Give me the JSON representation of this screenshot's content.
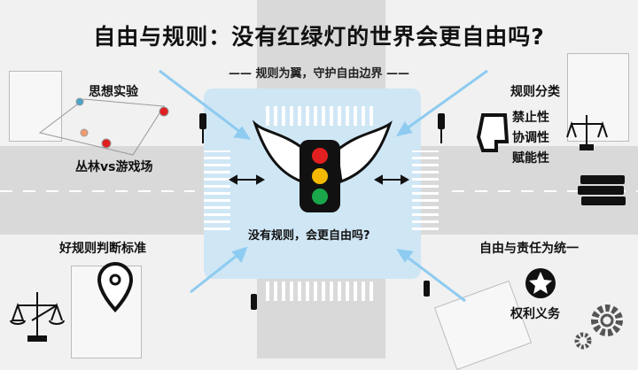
{
  "title": "自由与规则：没有红绿灯的世界会更自由吗?",
  "subtitle": "—— 规则为翼，守护自由边界 ——",
  "center_question": "没有规则，会更自由吗?",
  "labels": {
    "thought_experiment": "思想实验",
    "jungle_vs_playground": "丛林vs游戏场",
    "good_rule_criteria": "好规则判断标准",
    "rule_categories": "规则分类",
    "prohibitive": "禁止性",
    "coordinative": "协调性",
    "empowering": "赋能性",
    "freedom_responsibility": "自由与责任为统一",
    "rights_duties": "权利义务"
  },
  "colors": {
    "red": "#e02020",
    "yellow": "#f5b800",
    "green": "#1aa64a",
    "arrow": "#8ecbf0",
    "center": "#cfe6f5"
  }
}
